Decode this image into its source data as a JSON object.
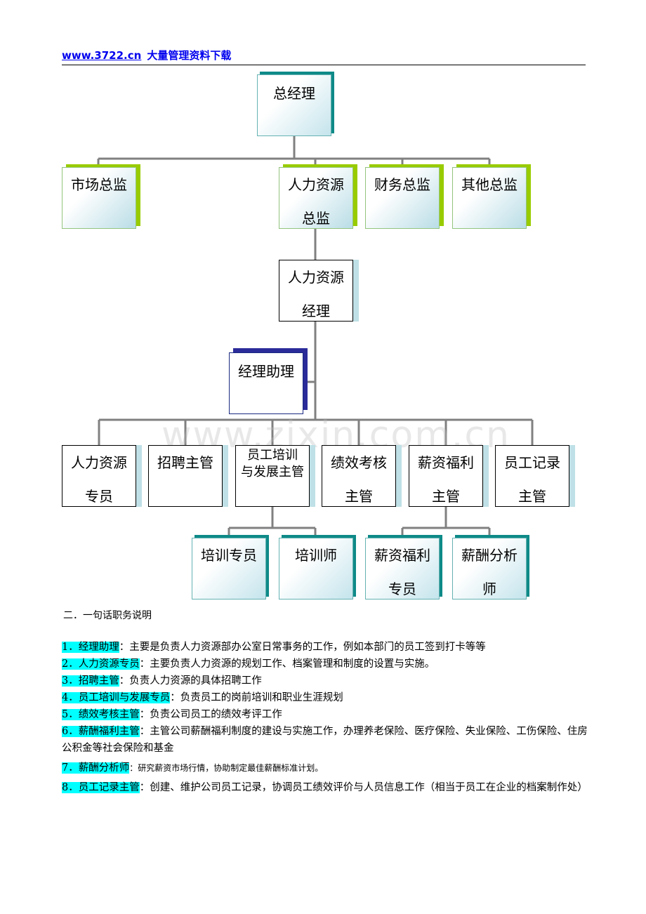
{
  "header": {
    "url": "www.3722.cn",
    "title": "大量管理资料下载"
  },
  "org": {
    "ceo": "总经理",
    "market": "市场总监",
    "hr_director": "人力资源\n总监",
    "finance": "财务总监",
    "other": "其他总监",
    "hr_manager": "人力资源\n经理",
    "assistant": "经理助理",
    "hr_specialist": "人力资源\n专员",
    "recruit": "招聘主管",
    "training_dev": "员工培训\n与发展主管",
    "performance": "绩效考核\n主管",
    "compensation": "薪资福利\n主管",
    "records": "员工记录\n主管",
    "training_specialist": "培训专员",
    "trainer": "培训师",
    "comp_specialist": "薪资福利\n专员",
    "comp_analyst": "薪酬分析\n师"
  },
  "watermark": "www.zixin.com.cn",
  "section_title": "二．一句话职务说明",
  "duties": [
    {
      "num": "1．",
      "title": "经理助理",
      "text": "：主要是负责人力资源部办公室日常事务的工作，例如本部门的员工签到打卡等等"
    },
    {
      "num": "2．",
      "title": "人力资源专员",
      "text": "：主要负责人力资源的规划工作、档案管理和制度的设置与实施。"
    },
    {
      "num": "3．",
      "title": "招聘主管",
      "text": "：负责人力资源的具体招聘工作"
    },
    {
      "num": "4．",
      "title": "员工培训与发展专员",
      "text": "：负责员工的岗前培训和职业生涯规划"
    },
    {
      "num": "5．",
      "title": "绩效考核主管",
      "text": "：负责公司员工的绩效考评工作"
    },
    {
      "num": "6．",
      "title": "薪酬福利主管",
      "text": "：主管公司薪酬福利制度的建设与实施工作，办理养老保险、医疗保险、失业保险、工伤保险、住房公积金等社会保险和基金"
    },
    {
      "num": "7．",
      "title": "薪酬分析师",
      "text": "：研究薪资市场行情，协助制定最佳薪酬标准计划。"
    },
    {
      "num": "8．",
      "title": "员工记录主管",
      "text": "：创建、维护公司员工记录，协调员工绩效评价与人员信息工作（相当于员工在企业的档案制作处）"
    }
  ]
}
